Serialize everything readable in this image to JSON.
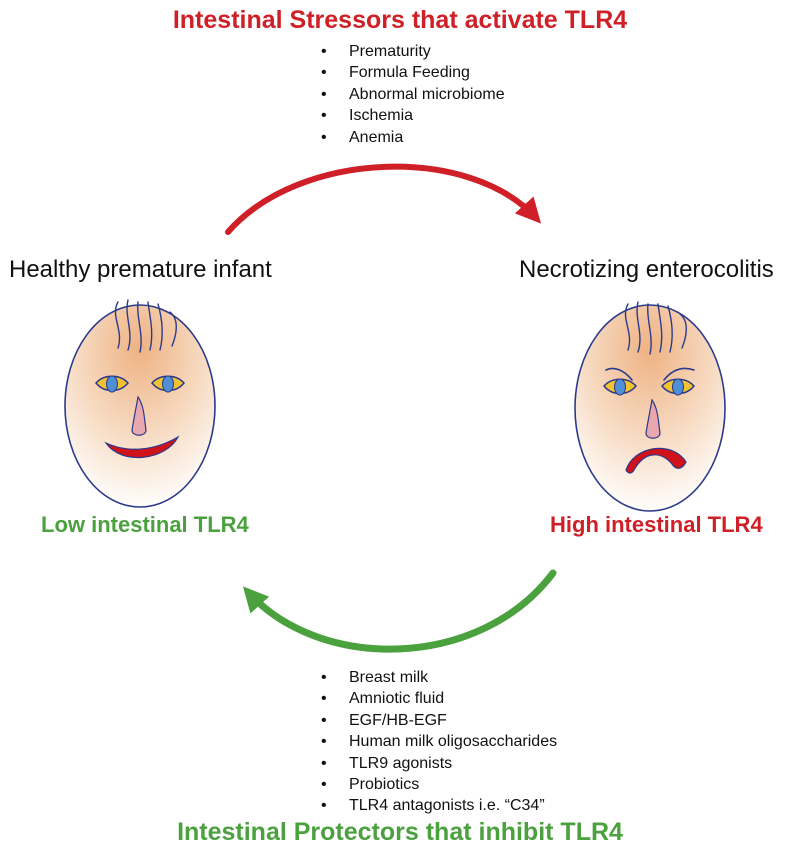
{
  "stressors": {
    "title": "Intestinal Stressors that activate TLR4",
    "items": [
      "Prematurity",
      "Formula Feeding",
      "Abnormal microbiome",
      "Ischemia",
      "Anemia"
    ]
  },
  "protectors": {
    "title": "Intestinal Protectors that inhibit TLR4",
    "items": [
      "Breast milk",
      "Amniotic fluid",
      "EGF/HB-EGF",
      "Human milk oligosaccharides",
      "TLR9 agonists",
      "Probiotics",
      "TLR4 antagonists i.e. “C34”"
    ]
  },
  "healthy": {
    "label": "Healthy premature infant",
    "tlr4": "Low intestinal TLR4"
  },
  "nec": {
    "label": "Necrotizing enterocolitis",
    "tlr4": "High intestinal TLR4"
  },
  "colors": {
    "stressor_red": "#d02027",
    "protector_green": "#4aa13e",
    "face_outline": "#2b3a8c",
    "skin": "#f0b88c",
    "eye_yellow": "#f2c230",
    "iris_blue": "#4f8fd6",
    "nose_pink": "#e9a8b0",
    "mouth_red": "#d0121b"
  }
}
